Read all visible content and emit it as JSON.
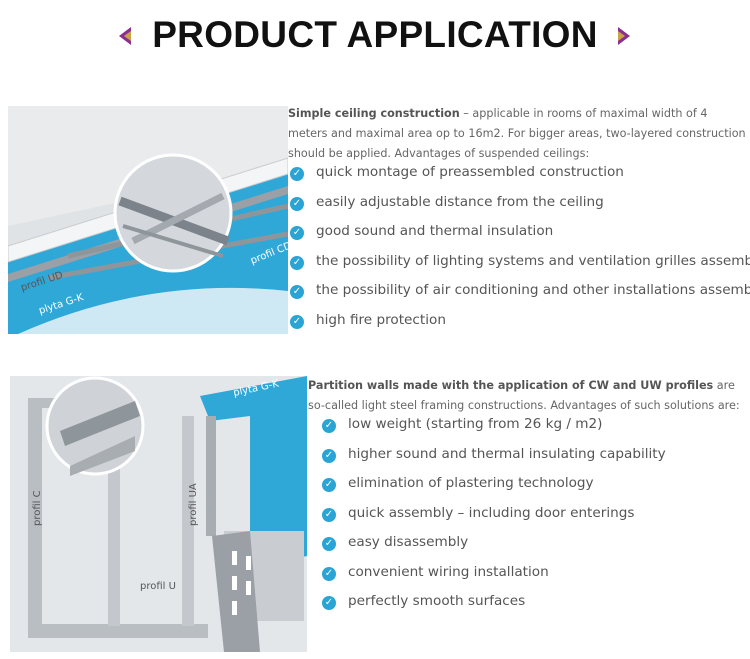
{
  "header": {
    "title": "PRODUCT APPLICATION"
  },
  "section1": {
    "image_labels": {
      "profile_ud": "profil UD",
      "profile_cd": "profil CD",
      "board": "plyta G-K"
    },
    "intro_bold": "Simple ceiling construction",
    "intro_rest": " – applicable in rooms of maximal width of 4 meters and maximal area op to 16m2. For bigger areas, two-layered construction should be applied. Advantages of suspended ceilings:",
    "items": [
      "quick montage of preassembled construction",
      "easily adjustable distance from the ceiling",
      "good sound and thermal insulation",
      "the possibility of lighting systems and ventilation grilles assembly",
      "the possibility of air conditioning and other installations assembly",
      "high fire protection"
    ]
  },
  "section2": {
    "image_labels": {
      "board": "plyta G-K",
      "profile_c": "profil C",
      "profile_u": "profil U",
      "profile_ua": "profil UA"
    },
    "intro_bold": "Partition walls made with the application of CW and UW profiles",
    "intro_rest": " are so-called light steel framing constructions. Advantages of such solutions are:",
    "items": [
      "low weight (starting from 26 kg / m2)",
      "higher sound and thermal insulating capability",
      "elimination of plastering technology",
      "quick assembly – including door enterings",
      "easy disassembly",
      "convenient wiring installation",
      "perfectly smooth surfaces"
    ]
  },
  "colors": {
    "accent": "#2aa4d4",
    "arrow": "#8a2f8f",
    "title": "#111111"
  },
  "icons": {
    "check": "check-circle-icon",
    "arrows": "triangle-arrow-icon"
  }
}
